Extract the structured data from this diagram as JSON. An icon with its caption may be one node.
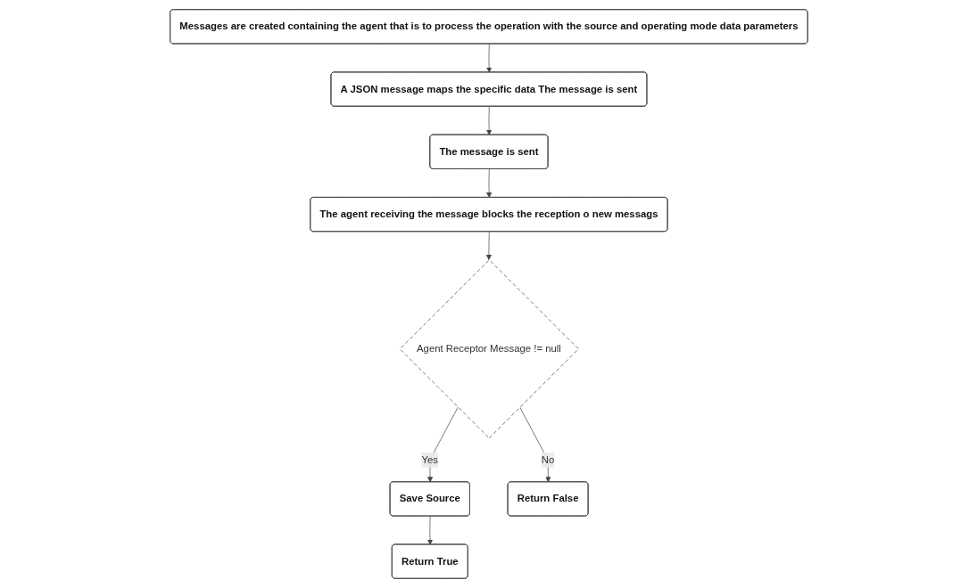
{
  "diagram": {
    "nodes": [
      {
        "text": [
          "Messages are created containing the agent that is to process the operation with the source and operating mode data parameters"
        ]
      },
      {
        "text": [
          "A JSON message maps the specific data The message is sent"
        ]
      },
      {
        "text": [
          "The message is sent"
        ]
      },
      {
        "text": [
          "The agent receiving the message blocks  the reception o new messags"
        ]
      },
      {
        "text": [
          "Agent Receptor Message != null"
        ]
      },
      {
        "text": [
          "Save Source"
        ]
      },
      {
        "text": [
          "Return True"
        ]
      },
      {
        "text": [
          "Return False"
        ]
      }
    ],
    "edges": [
      {
        "from": 0,
        "to": 1,
        "arrow": "to"
      },
      {
        "from": 1,
        "to": 2,
        "arrow": "to"
      },
      {
        "from": 2,
        "to": 3,
        "arrow": "to"
      },
      {
        "from": 3,
        "to": 4,
        "arrow": "to"
      },
      {
        "from": 4,
        "to": 5,
        "arrow": "to",
        "label": "Yes"
      },
      {
        "from": 5,
        "to": 6,
        "arrow": "to"
      },
      {
        "from": 4,
        "to": 7,
        "arrow": "to",
        "label": "No"
      }
    ]
  }
}
